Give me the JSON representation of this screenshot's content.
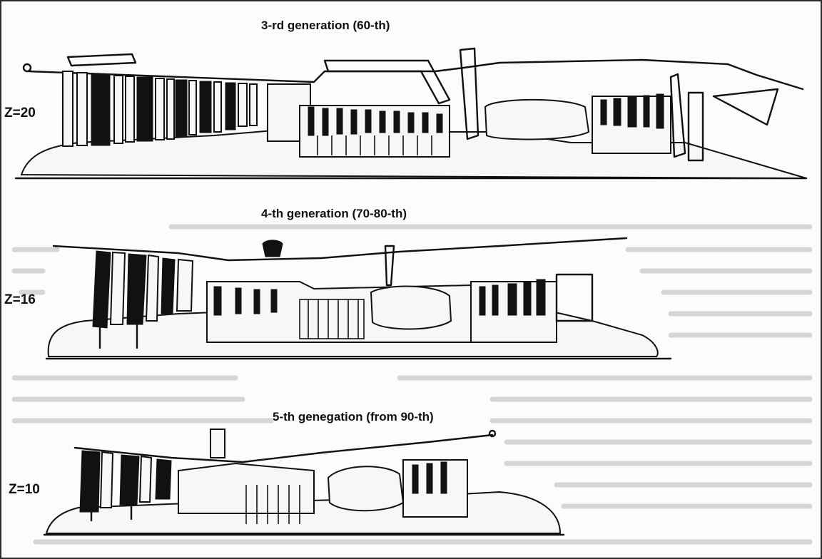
{
  "engines": [
    {
      "title": "3-rd generation  (60-th)",
      "z_label": "Z=20"
    },
    {
      "title": "4-th generation (70-80-th)",
      "z_label": "Z=16"
    },
    {
      "title": "5-th genegation (from 90-th)",
      "z_label": "Z=10"
    }
  ]
}
